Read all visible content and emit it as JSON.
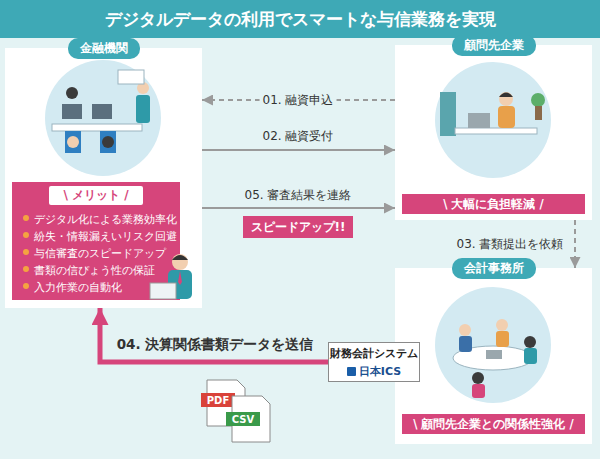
{
  "diagram": {
    "title": "デジタルデータの利用でスマートな与信業務を実現",
    "nodes": [
      {
        "text": [
          "金融機関"
        ]
      },
      {
        "text": [
          "\\ メリット /",
          "デジタル化による業務効率化",
          "紛失・情報漏えいリスク回避",
          "与信審査のスピードアップ",
          "書類の信ぴょう性の保証",
          "入力作業の自動化"
        ],
        "in": 0
      },
      {
        "text": [
          "顧問先企業"
        ]
      },
      {
        "text": [
          "\\ 大幅に負担軽減 /"
        ],
        "in": 2
      },
      {
        "text": [
          "会計事務所"
        ]
      },
      {
        "text": [
          "\\ 顧問先企業との関係性強化 /"
        ],
        "in": 4
      },
      {
        "text": [
          "財務会計システム",
          "日本ICS"
        ]
      },
      {
        "text": [
          "スピードアップ!!"
        ]
      }
    ],
    "edges": [
      {
        "from": 2,
        "to": 0,
        "arrow": "to",
        "label": "01. 融資申込"
      },
      {
        "from": 0,
        "to": 2,
        "arrow": "to",
        "label": "02. 融資受付"
      },
      {
        "from": 2,
        "to": 4,
        "arrow": "to",
        "label": "03. 書類提出を依頼"
      },
      {
        "from": 6,
        "to": 0,
        "arrow": "to",
        "label": "04. 決算関係書類データを送信"
      },
      {
        "from": 0,
        "to": 2,
        "arrow": "to",
        "label": "05. 審査結果を連絡"
      }
    ],
    "labels": [
      "PDF",
      "CSV"
    ]
  }
}
